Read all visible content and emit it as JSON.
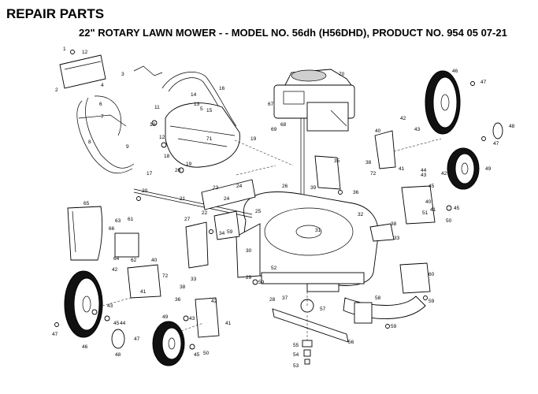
{
  "header": {
    "title": "REPAIR PARTS",
    "subtitle": "22\" ROTARY LAWN MOWER - - MODEL NO. 56dh (H56DHD),  PRODUCT NO. 954 05 07-21"
  },
  "callouts": {
    "c1": "1",
    "c2": "2",
    "c3": "3",
    "c4": "4",
    "c5": "5",
    "c6": "6",
    "c7": "7",
    "c8": "8",
    "c9": "9",
    "c10": "10",
    "c11": "11",
    "c12": "12",
    "c13": "13",
    "c14": "14",
    "c15": "15",
    "c16": "16",
    "c17": "17",
    "c18": "18",
    "c19": "19",
    "c20": "20",
    "c21": "21",
    "c22": "22",
    "c23": "23",
    "c24": "24",
    "c25": "25",
    "c26": "26",
    "c27": "27",
    "c28": "28",
    "c29": "29",
    "c30": "30",
    "c31": "31",
    "c32": "32",
    "c33": "33",
    "c34": "34",
    "c35": "35",
    "c36": "36",
    "c37": "37",
    "c38": "38",
    "c39": "39",
    "c40": "40",
    "c41": "41",
    "c42": "42",
    "c43": "43",
    "c44": "44",
    "c45": "45",
    "c46": "46",
    "c47": "47",
    "c48": "48",
    "c49": "49",
    "c50": "50",
    "c51": "51",
    "c52": "52",
    "c53": "53",
    "c54": "54",
    "c55": "55",
    "c56": "56",
    "c57": "57",
    "c58": "58",
    "c59": "59",
    "c60": "60",
    "c61": "61",
    "c62": "62",
    "c63": "63",
    "c64": "64",
    "c65": "65",
    "c66": "66",
    "c67": "67",
    "c68": "68",
    "c69": "69",
    "c70": "70",
    "c71": "71",
    "c72": "72"
  }
}
